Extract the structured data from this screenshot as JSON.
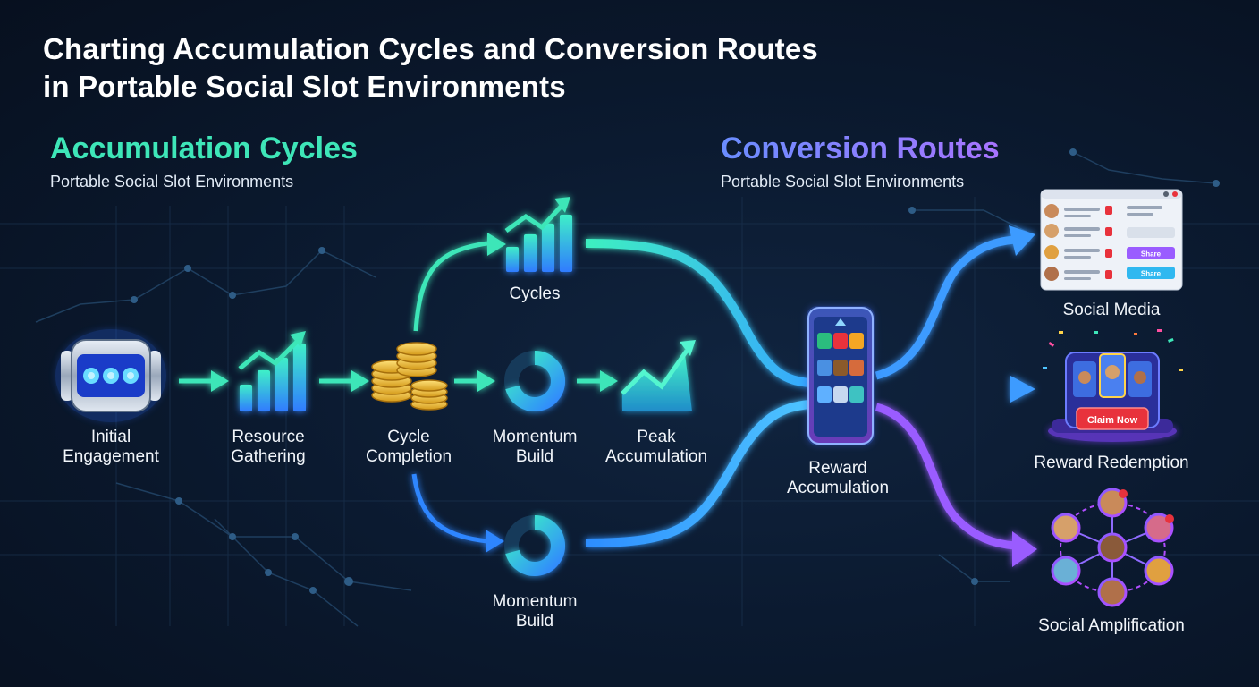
{
  "title": {
    "line1": "Charting Accumulation Cycles and Conversion Routes",
    "line2": "in Portable Social Slot Environments"
  },
  "accumulation": {
    "heading": "Accumulation Cycles",
    "subtitle": "Portable Social Slot Environments"
  },
  "conversion": {
    "heading": "Conversion Routes",
    "subtitle": "Portable Social Slot Environments"
  },
  "nodes": {
    "initial_engagement": {
      "line1": "Initial",
      "line2": "Engagement",
      "icon": "slot-reel-icon"
    },
    "resource_gathering": {
      "line1": "Resource",
      "line2": "Gathering",
      "icon": "growth-chart-icon"
    },
    "cycle_completion": {
      "line1": "Cycle",
      "line2": "Completion",
      "icon": "coin-stack-icon"
    },
    "momentum_build_mid": {
      "line1": "Momentum",
      "line2": "Build",
      "icon": "ring-icon"
    },
    "peak_accumulation": {
      "line1": "Peak",
      "line2": "Accumulation",
      "icon": "area-chart-icon"
    },
    "cycles": {
      "line1": "Cycles",
      "icon": "growth-chart-icon"
    },
    "momentum_build_low": {
      "line1": "Momentum",
      "line2": "Build",
      "icon": "ring-icon"
    },
    "reward_accumulation": {
      "line1": "Reward",
      "line2": "Accumulation",
      "icon": "phone-icon"
    }
  },
  "routes": {
    "social_media": {
      "label": "Social Media",
      "share_label": "Share",
      "icon": "social-panel-icon"
    },
    "reward_redemption": {
      "label": "Reward Redemption",
      "claim_label": "Claim Now",
      "icon": "prize-machine-icon"
    },
    "social_amplification": {
      "label": "Social Amplification",
      "icon": "network-icon"
    }
  },
  "colors": {
    "teal": "#3ee6b8",
    "blue": "#3d9bff",
    "purple": "#9a5cff",
    "claim_red": "#e8323c"
  }
}
